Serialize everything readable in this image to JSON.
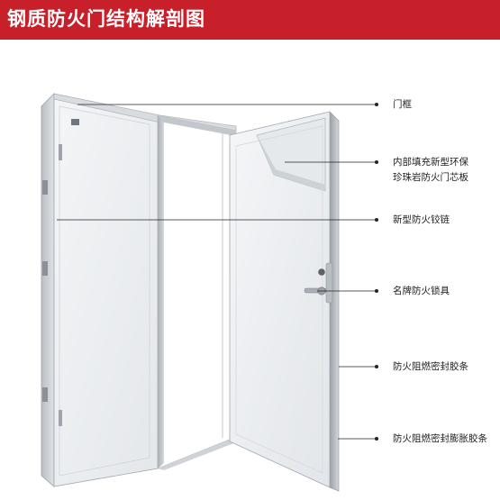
{
  "header": {
    "title": "钢质防火门结构解剖图",
    "background_color": "#c8202a",
    "text_color": "#ffffff"
  },
  "callouts": [
    {
      "id": "frame",
      "lines": [
        "门框"
      ]
    },
    {
      "id": "core",
      "lines": [
        "内部填充新型环保",
        "珍珠岩防火门芯板"
      ]
    },
    {
      "id": "hinge",
      "lines": [
        "新型防火铰链"
      ]
    },
    {
      "id": "lock",
      "lines": [
        "名牌防火锁具"
      ]
    },
    {
      "id": "seal",
      "lines": [
        "防火阻燃密封胶条"
      ]
    },
    {
      "id": "intumescent-seal",
      "lines": [
        "防火阻燃密封膨胀胶条"
      ]
    }
  ],
  "colors": {
    "door_panel": "#e9ecef",
    "door_shadow": "#c9ced3",
    "leader_line": "#222222"
  }
}
